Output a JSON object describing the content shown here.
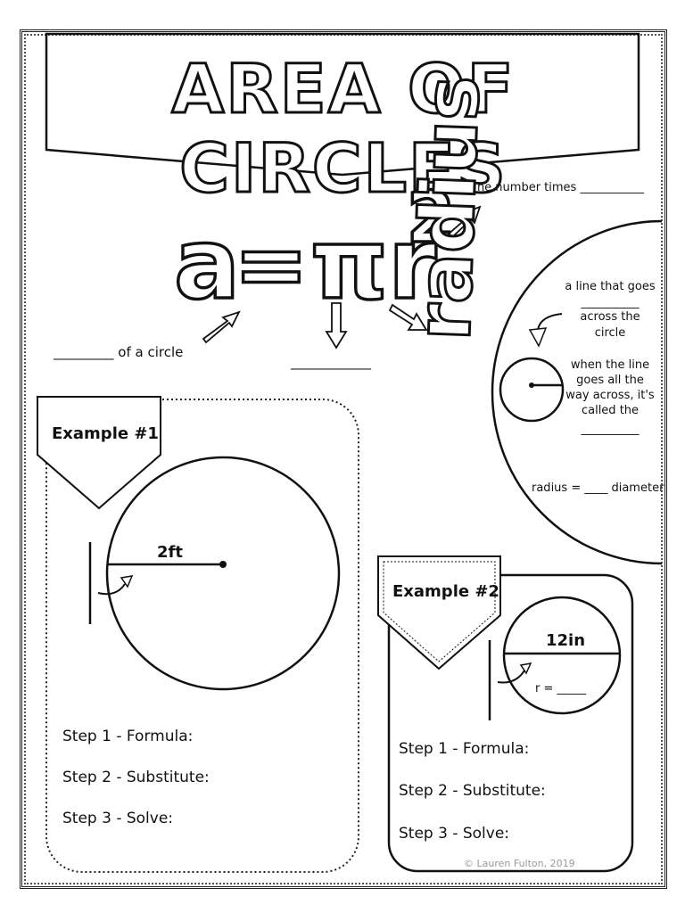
{
  "title": "AREA OF CIRCLES",
  "formula": {
    "a": "a",
    "equals": "=",
    "pi_r": "πr",
    "exponent": "2"
  },
  "annotations": {
    "number_times": "The number times ___________",
    "of_a_circle": "_________ of a circle",
    "pi_blank": "____________"
  },
  "radius_word": "radius",
  "radius_panel": {
    "line1": "a line that goes",
    "blank1": "__________",
    "line2a": "across the",
    "line2b": "circle",
    "line3a": "when the line",
    "line3b": "goes all the",
    "line3c": "way across, it's",
    "line3d": "called the",
    "blank2": "__________",
    "relation": "radius = ____ diameter"
  },
  "example1": {
    "label": "Example #1",
    "measure": "2ft",
    "steps": [
      "Step 1 - Formula:",
      "Step 2 - Substitute:",
      "Step 3 - Solve:"
    ]
  },
  "example2": {
    "label": "Example #2",
    "measure": "12in",
    "r_label": "r = _____",
    "steps": [
      "Step 1 - Formula:",
      "Step 2 - Substitute:",
      "Step 3 - Solve:"
    ]
  },
  "copyright": "© Lauren Fulton, 2019"
}
